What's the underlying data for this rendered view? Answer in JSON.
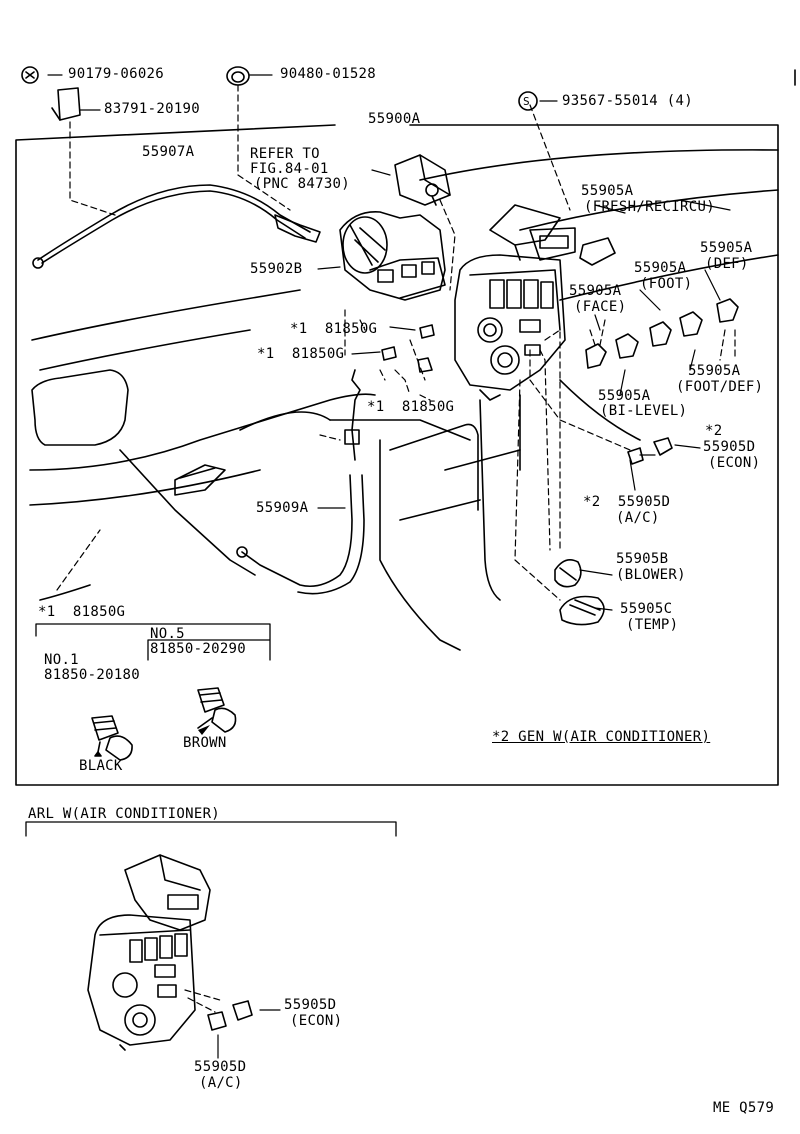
{
  "labels": {
    "p90179": "90179-06026",
    "p90480": "90480-01528",
    "p83791": "83791-20190",
    "p93567": "93567-55014 (4)",
    "p55900a": "55900A",
    "p55907a": "55907A",
    "refer1": "REFER TO",
    "refer2": "FIG.84-01",
    "refer3": "(PNC 84730)",
    "p55902b": "55902B",
    "fresh_num": "55905A",
    "fresh_name": "(FRESH/RECIRCU)",
    "def_num": "55905A",
    "def_name": "(DEF)",
    "foot_num": "55905A",
    "foot_name": "(FOOT)",
    "face_num": "55905A",
    "face_name": "(FACE)",
    "footdef_num": "55905A",
    "footdef_name": "(FOOT/DEF)",
    "bilevel_num": "55905A",
    "bilevel_name": "(BI-LEVEL)",
    "b1_label": "*1  81850G",
    "b2_label": "*1  81850G",
    "b3_label": "*1  81850G",
    "econ_star": "*2",
    "econ_num": "55905D",
    "econ_name": "(ECON)",
    "ac_num": "*2  55905D",
    "ac_name": "(A/C)",
    "p55909a": "55909A",
    "blower_num": "55905B",
    "blower_name": "(BLOWER)",
    "temp_num": "55905C",
    "temp_name": "(TEMP)",
    "bulb_group": "*1  81850G",
    "no5": "NO.5",
    "no5_part": "81850-20290",
    "no1": "NO.1",
    "no1_part": "81850-20180",
    "brown": "BROWN",
    "black": "BLACK",
    "gen_note": "*2 GEN W(AIR CONDITIONER)",
    "arl_title": "ARL W(AIR CONDITIONER)",
    "arl_econ_num": "55905D",
    "arl_econ_name": "(ECON)",
    "arl_ac_num": "55905D",
    "arl_ac_name": "(A/C)",
    "s_mark": "S",
    "footer": "ME Q579"
  }
}
